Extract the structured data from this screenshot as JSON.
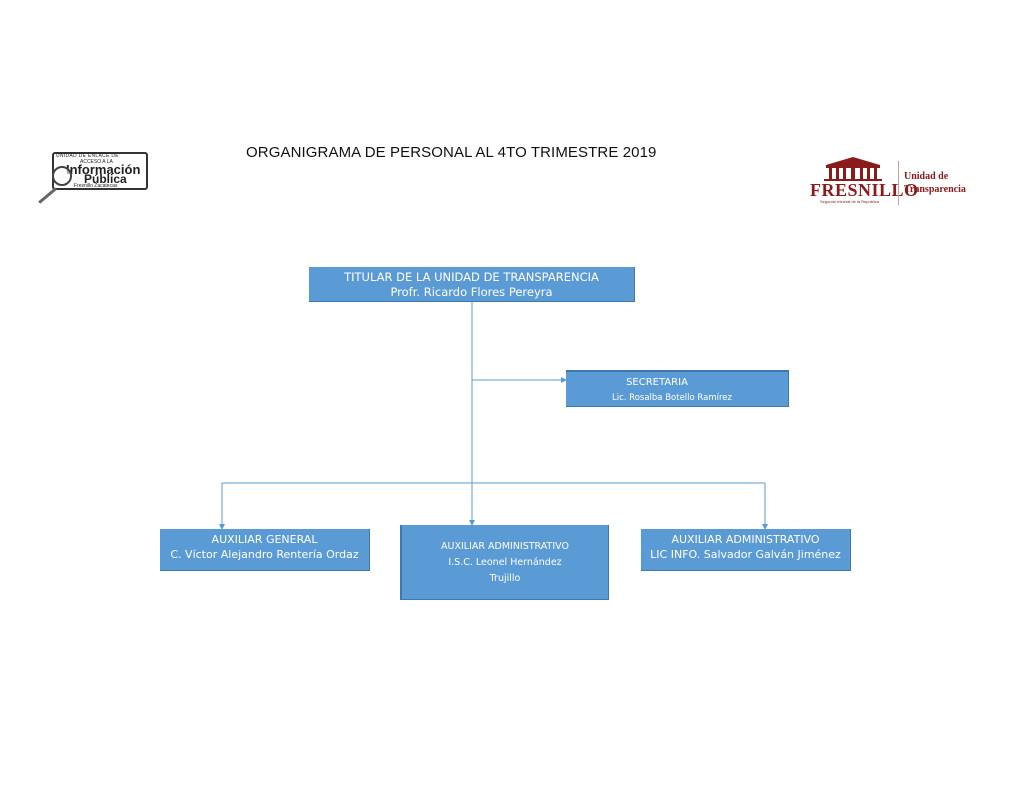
{
  "title": "ORGANIGRAMA DE PERSONAL AL 4TO TRIMESTRE 2019",
  "logo_left": {
    "line1": "UNIDAD DE ENLACE DE",
    "line2": "ACCESO A LA",
    "line3": "Información",
    "line4": "Pública",
    "line5": "Fresnillo Zacatecas"
  },
  "logo_right": {
    "brand": "FRESNILLO",
    "tagline": "Segundo mineral de la República",
    "unit_line1": "Unidad de",
    "unit_line2": "Transparencia"
  },
  "org": {
    "titular": {
      "role": "TITULAR DE LA UNIDAD DE TRANSPARENCIA",
      "name": "Profr. Ricardo Flores Pereyra"
    },
    "secretaria": {
      "role": "SECRETARIA",
      "name": "Lic. Rosalba Botello Ramírez"
    },
    "aux_general": {
      "role": "AUXILIAR GENERAL",
      "name": "C. Víctor Alejandro Rentería Ordaz"
    },
    "aux_admin_1": {
      "role": "AUXILIAR ADMINISTRATIVO",
      "name_line1": "I.S.C. Leonel Hernández",
      "name_line2": "Trujillo"
    },
    "aux_admin_2": {
      "role": "AUXILIAR ADMINISTRATIVO",
      "name": "LIC INFO. Salvador Galván Jiménez"
    }
  },
  "colors": {
    "box_fill": "#5b9bd5",
    "box_text": "#ffffff",
    "connector": "#5b9bd5",
    "brand_red": "#8b1a1a"
  }
}
